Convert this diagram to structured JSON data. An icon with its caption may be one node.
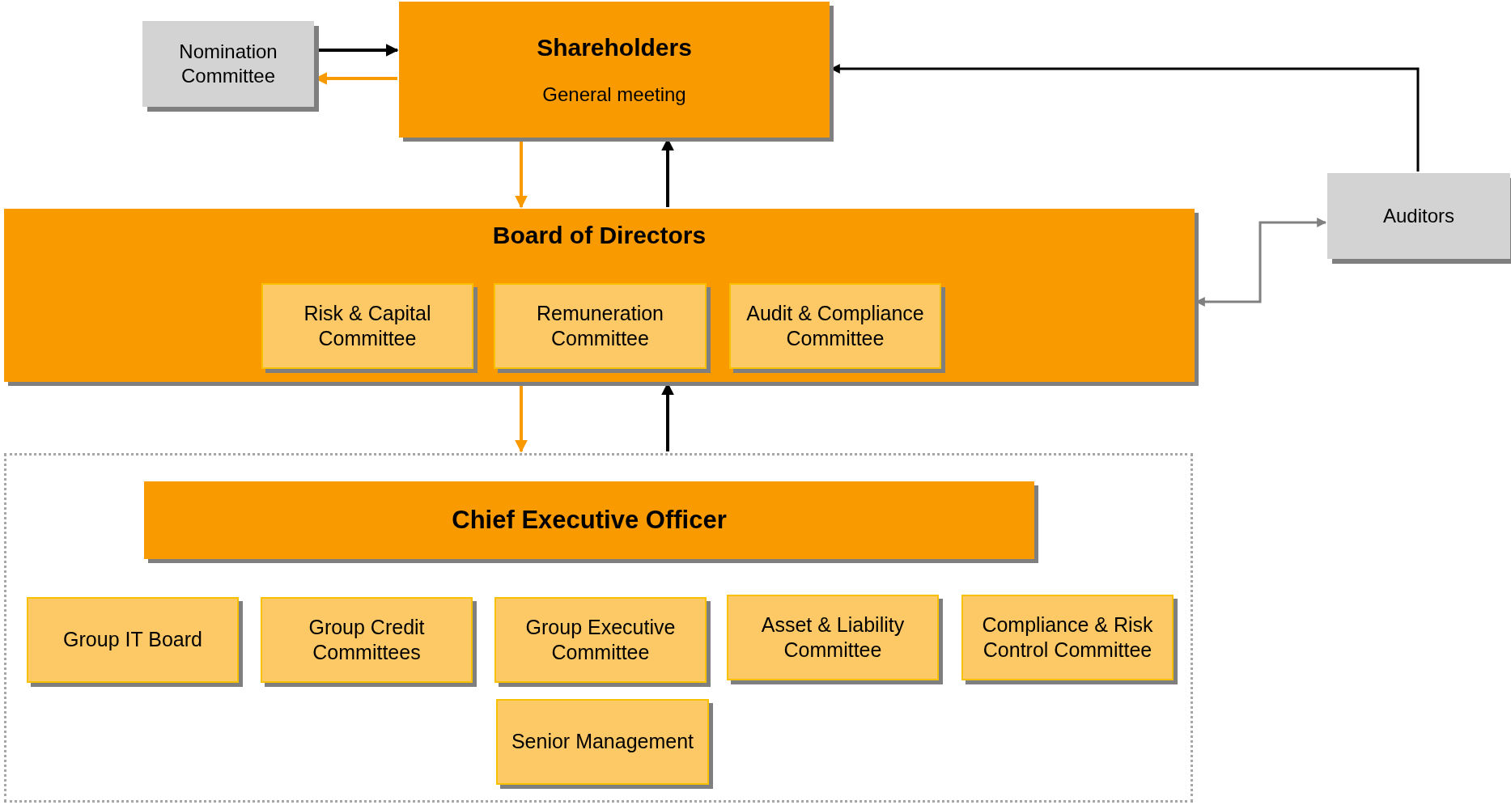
{
  "diagram": {
    "nodes": [
      {
        "text": [
          "Nomination Committee"
        ]
      },
      {
        "text": [
          "Shareholders",
          "General meeting"
        ]
      },
      {
        "text": [
          "Auditors"
        ]
      },
      {
        "text": [
          "Board of Directors"
        ]
      },
      {
        "text": [
          "Risk & Capital Committee"
        ],
        "in": 3
      },
      {
        "text": [
          "Remuneration Committee"
        ],
        "in": 3
      },
      {
        "text": [
          "Audit & Compliance Committee"
        ],
        "in": 3
      },
      {
        "text": [],
        "shape": "box"
      },
      {
        "text": [
          "Chief Executive Officer"
        ],
        "in": 7
      },
      {
        "text": [
          "Group IT Board"
        ],
        "in": 7
      },
      {
        "text": [
          "Group Credit Committees"
        ],
        "in": 7
      },
      {
        "text": [
          "Group Executive Committee"
        ],
        "in": 7
      },
      {
        "text": [
          "Asset & Liability Committee"
        ],
        "in": 7
      },
      {
        "text": [
          "Compliance & Risk Control Committee"
        ],
        "in": 7
      },
      {
        "text": [
          "Senior Management"
        ],
        "in": 7
      }
    ],
    "edges": [
      {
        "from": 0,
        "to": 1,
        "arrow": "to"
      },
      {
        "from": 1,
        "to": 0,
        "arrow": "to",
        "color": "#f99a00"
      },
      {
        "from": 1,
        "to": 3,
        "arrow": "to",
        "color": "#f99a00"
      },
      {
        "from": 3,
        "to": 1,
        "arrow": "to"
      },
      {
        "from": 2,
        "to": 1,
        "arrow": "to"
      },
      {
        "from": 2,
        "to": 3,
        "arrow": "both",
        "color": "#808080"
      },
      {
        "from": 3,
        "to": 7,
        "arrow": "to",
        "color": "#f99a00"
      },
      {
        "from": 7,
        "to": 3,
        "arrow": "to"
      }
    ]
  }
}
